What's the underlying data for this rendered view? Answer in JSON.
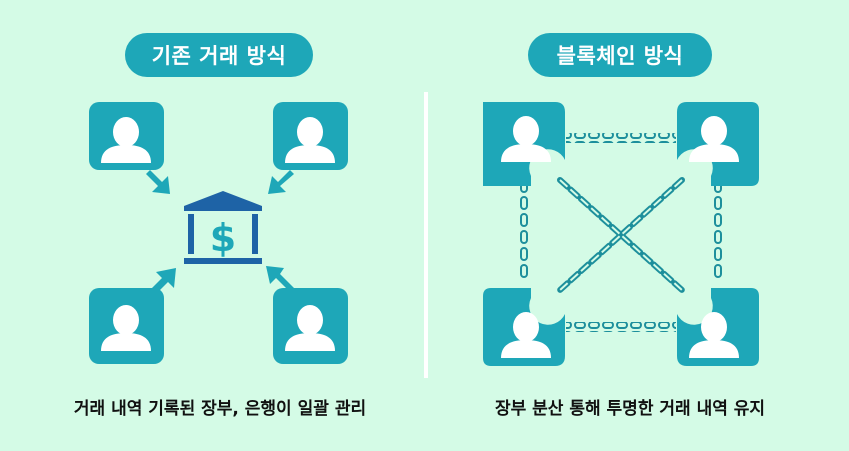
{
  "left_panel": {
    "title": "기존 거래 방식",
    "caption": "거래 내역 기록된 장부, 은행이 일괄 관리",
    "center_icon": "bank-dollar-icon",
    "user_icons": [
      "user-icon",
      "user-icon",
      "user-icon",
      "user-icon"
    ]
  },
  "right_panel": {
    "title": "블록체인 방식",
    "caption": "장부 분산 통해 투명한 거래 내역 유지",
    "user_icons": [
      "user-icon",
      "user-icon",
      "user-icon",
      "user-icon"
    ],
    "link_icon": "chain-icon"
  },
  "colors": {
    "background": "#d4fbe6",
    "teal": "#1ea7b8",
    "navy": "#1e63a6",
    "chain": "#1d8f9c",
    "white": "#ffffff"
  }
}
